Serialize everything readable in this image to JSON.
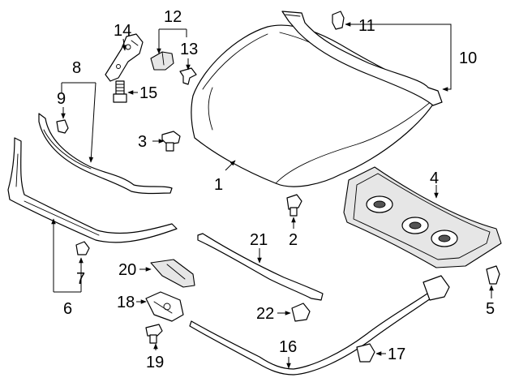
{
  "callouts": [
    {
      "id": "1",
      "text": "1"
    },
    {
      "id": "2",
      "text": "2"
    },
    {
      "id": "3",
      "text": "3"
    },
    {
      "id": "4",
      "text": "4"
    },
    {
      "id": "5",
      "text": "5"
    },
    {
      "id": "6",
      "text": "6"
    },
    {
      "id": "7",
      "text": "7"
    },
    {
      "id": "8",
      "text": "8"
    },
    {
      "id": "9",
      "text": "9"
    },
    {
      "id": "10",
      "text": "10"
    },
    {
      "id": "11",
      "text": "11"
    },
    {
      "id": "12",
      "text": "12"
    },
    {
      "id": "13",
      "text": "13"
    },
    {
      "id": "14",
      "text": "14"
    },
    {
      "id": "15",
      "text": "15"
    },
    {
      "id": "16",
      "text": "16"
    },
    {
      "id": "17",
      "text": "17"
    },
    {
      "id": "18",
      "text": "18"
    },
    {
      "id": "19",
      "text": "19"
    },
    {
      "id": "20",
      "text": "20"
    },
    {
      "id": "21",
      "text": "21"
    },
    {
      "id": "22",
      "text": "22"
    }
  ],
  "colors": {
    "ink": "#000000",
    "background": "#ffffff",
    "part_shade": "#e6e6e6"
  }
}
